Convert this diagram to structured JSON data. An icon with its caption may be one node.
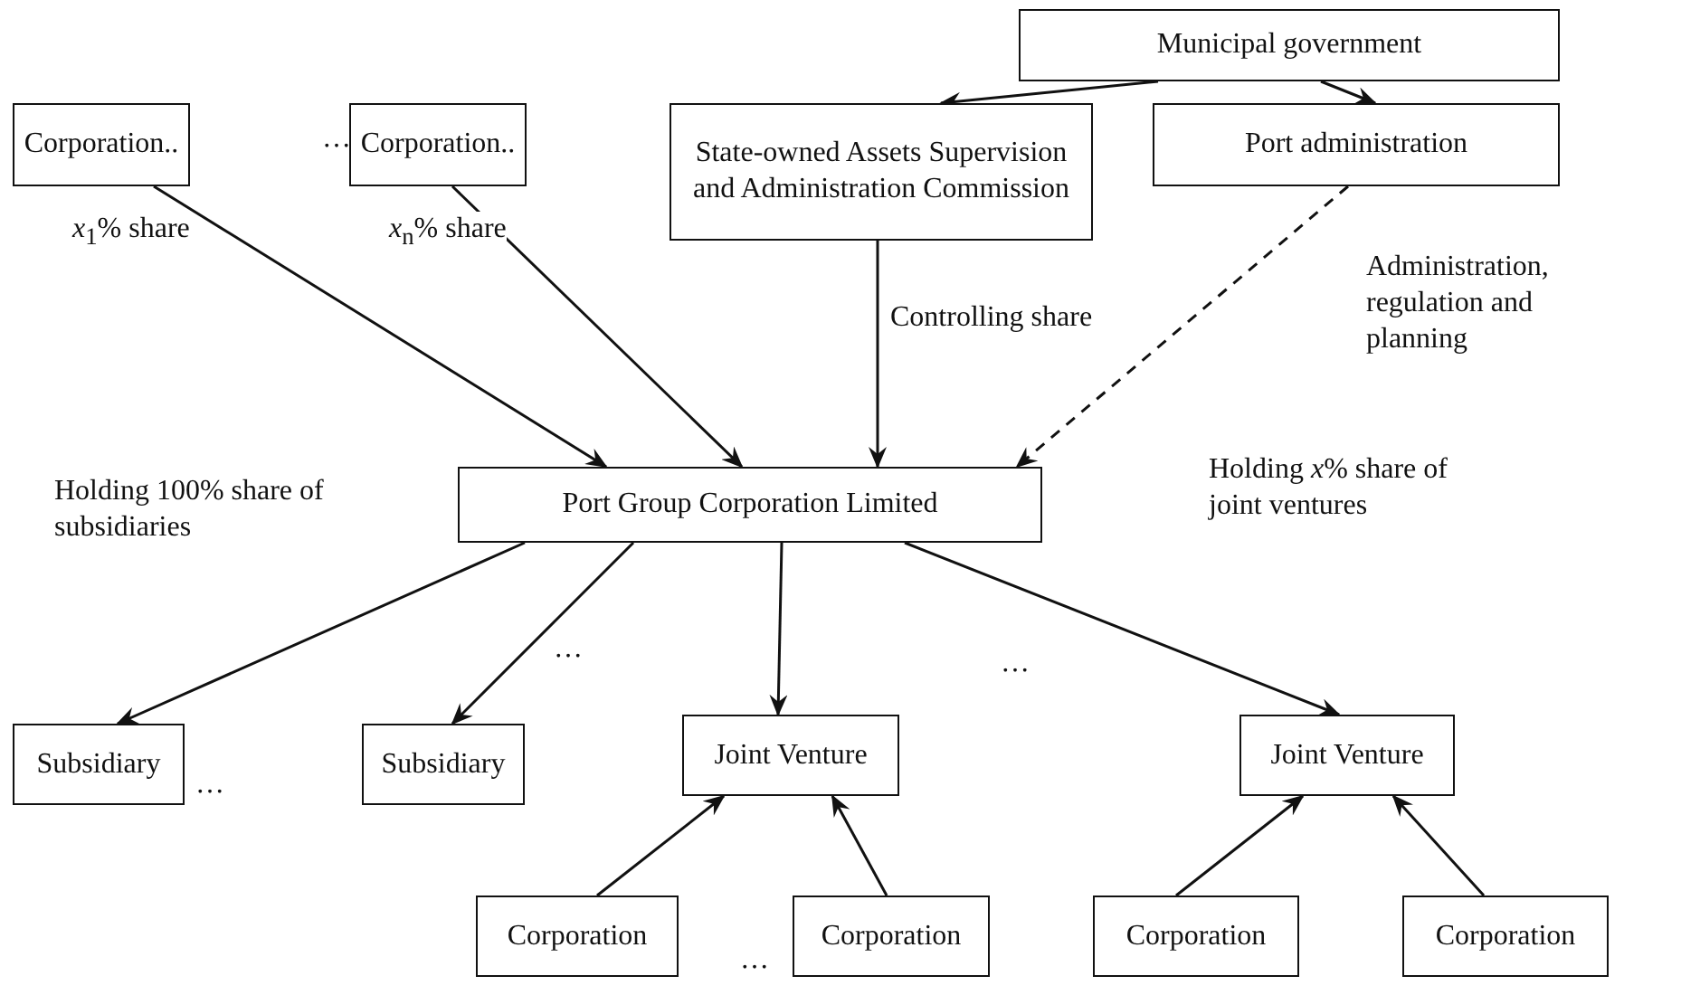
{
  "diagram": {
    "nodes": [
      {
        "text": [
          "Municipal government"
        ]
      },
      {
        "text": [
          "Corporation.."
        ]
      },
      {
        "text": [
          "Corporation.."
        ]
      },
      {
        "text": [
          "State-owned Assets Supervision and Administration Commission"
        ]
      },
      {
        "text": [
          "Port administration"
        ]
      },
      {
        "text": [
          "Port Group Corporation Limited"
        ]
      },
      {
        "text": [
          "Subsidiary"
        ]
      },
      {
        "text": [
          "Subsidiary"
        ]
      },
      {
        "text": [
          "Joint Venture"
        ]
      },
      {
        "text": [
          "Joint Venture"
        ]
      },
      {
        "text": [
          "Corporation"
        ]
      },
      {
        "text": [
          "Corporation"
        ]
      },
      {
        "text": [
          "Corporation"
        ]
      },
      {
        "text": [
          "Corporation"
        ]
      }
    ],
    "edges": [
      {
        "from": 0,
        "to": 3,
        "arrow": "to"
      },
      {
        "from": 0,
        "to": 4,
        "arrow": "to"
      },
      {
        "from": 1,
        "to": 5,
        "arrow": "to",
        "label": "*x*$_{1}$% share"
      },
      {
        "from": 2,
        "to": 5,
        "arrow": "to",
        "label": "*x*$_{n}$% share"
      },
      {
        "from": 3,
        "to": 5,
        "arrow": "to",
        "label": "Controlling share"
      },
      {
        "from": 4,
        "to": 5,
        "arrow": "to",
        "style": "dashed",
        "label": "Administration, regulation and planning"
      },
      {
        "from": 5,
        "to": 6,
        "arrow": "to",
        "label": "Holding 100% share of subsidiaries"
      },
      {
        "from": 5,
        "to": 7,
        "arrow": "to"
      },
      {
        "from": 5,
        "to": 8,
        "arrow": "to"
      },
      {
        "from": 5,
        "to": 9,
        "arrow": "to",
        "label": "Holding *x*% share of joint ventures"
      },
      {
        "from": 10,
        "to": 8,
        "arrow": "to"
      },
      {
        "from": 11,
        "to": 8,
        "arrow": "to"
      },
      {
        "from": 12,
        "to": 9,
        "arrow": "to"
      },
      {
        "from": 13,
        "to": 9,
        "arrow": "to"
      }
    ],
    "labels": [
      "…",
      "…",
      "…",
      "…",
      "…"
    ]
  }
}
